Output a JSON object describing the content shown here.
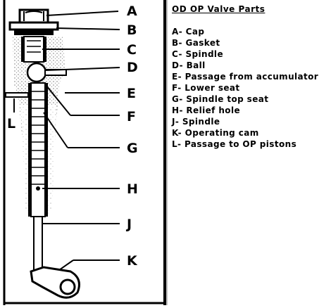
{
  "legend": {
    "title": "OD OP Valve Parts",
    "items": [
      {
        "key": "A",
        "label": "Cap"
      },
      {
        "key": "B",
        "label": "Gasket"
      },
      {
        "key": "C",
        "label": "Spindle"
      },
      {
        "key": "D",
        "label": "Ball"
      },
      {
        "key": "E",
        "label": "Passage from accumulator"
      },
      {
        "key": "F",
        "label": "Lower seat"
      },
      {
        "key": "G",
        "label": "Spindle top seat"
      },
      {
        "key": "H",
        "label": "Relief hole"
      },
      {
        "key": "J",
        "label": "Spindle"
      },
      {
        "key": "K",
        "label": "Operating cam"
      },
      {
        "key": "L",
        "label": "Passage to OP pistons"
      }
    ]
  },
  "diagram": {
    "callouts": [
      "A",
      "B",
      "C",
      "D",
      "E",
      "F",
      "G",
      "H",
      "J",
      "K",
      "L"
    ],
    "colors": {
      "ink": "#000000",
      "stipple": "#6e6e6e",
      "background": "#ffffff"
    }
  }
}
